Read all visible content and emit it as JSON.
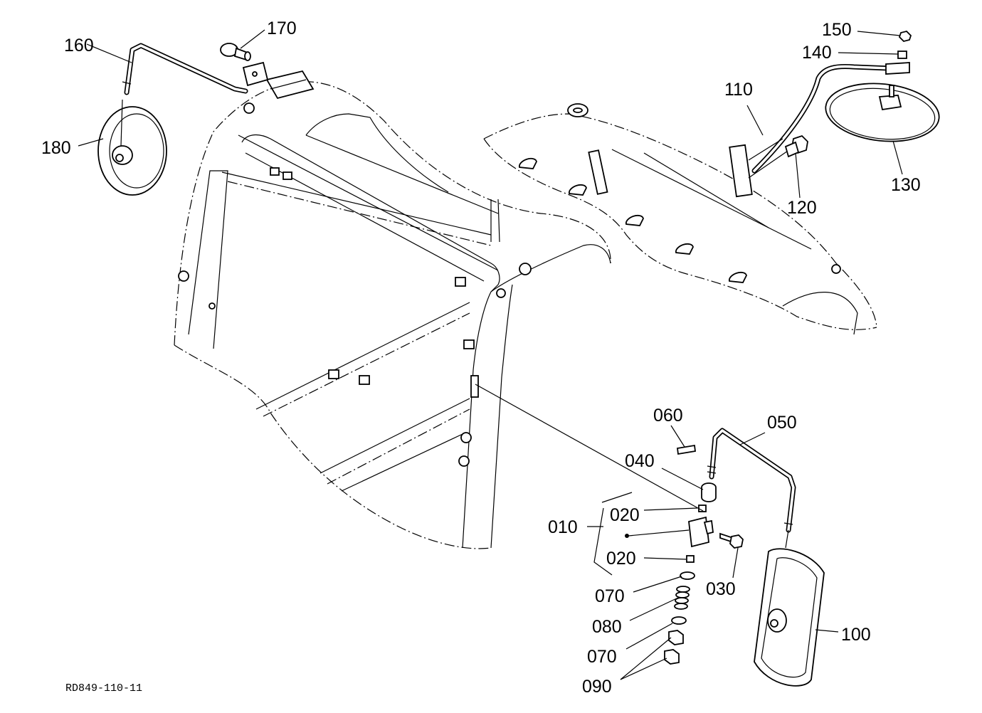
{
  "diagram": {
    "reference_code": "RD849-110-11",
    "callouts": [
      {
        "id": "160",
        "label": "160"
      },
      {
        "id": "170",
        "label": "170"
      },
      {
        "id": "180",
        "label": "180"
      },
      {
        "id": "150",
        "label": "150"
      },
      {
        "id": "140",
        "label": "140"
      },
      {
        "id": "110",
        "label": "110"
      },
      {
        "id": "130",
        "label": "130"
      },
      {
        "id": "120",
        "label": "120"
      },
      {
        "id": "060",
        "label": "060"
      },
      {
        "id": "050",
        "label": "050"
      },
      {
        "id": "040",
        "label": "040"
      },
      {
        "id": "020a",
        "label": "020"
      },
      {
        "id": "010",
        "label": "010"
      },
      {
        "id": "020b",
        "label": "020"
      },
      {
        "id": "030",
        "label": "030"
      },
      {
        "id": "070a",
        "label": "070"
      },
      {
        "id": "080",
        "label": "080"
      },
      {
        "id": "070b",
        "label": "070"
      },
      {
        "id": "090",
        "label": "090"
      },
      {
        "id": "100",
        "label": "100"
      }
    ]
  }
}
